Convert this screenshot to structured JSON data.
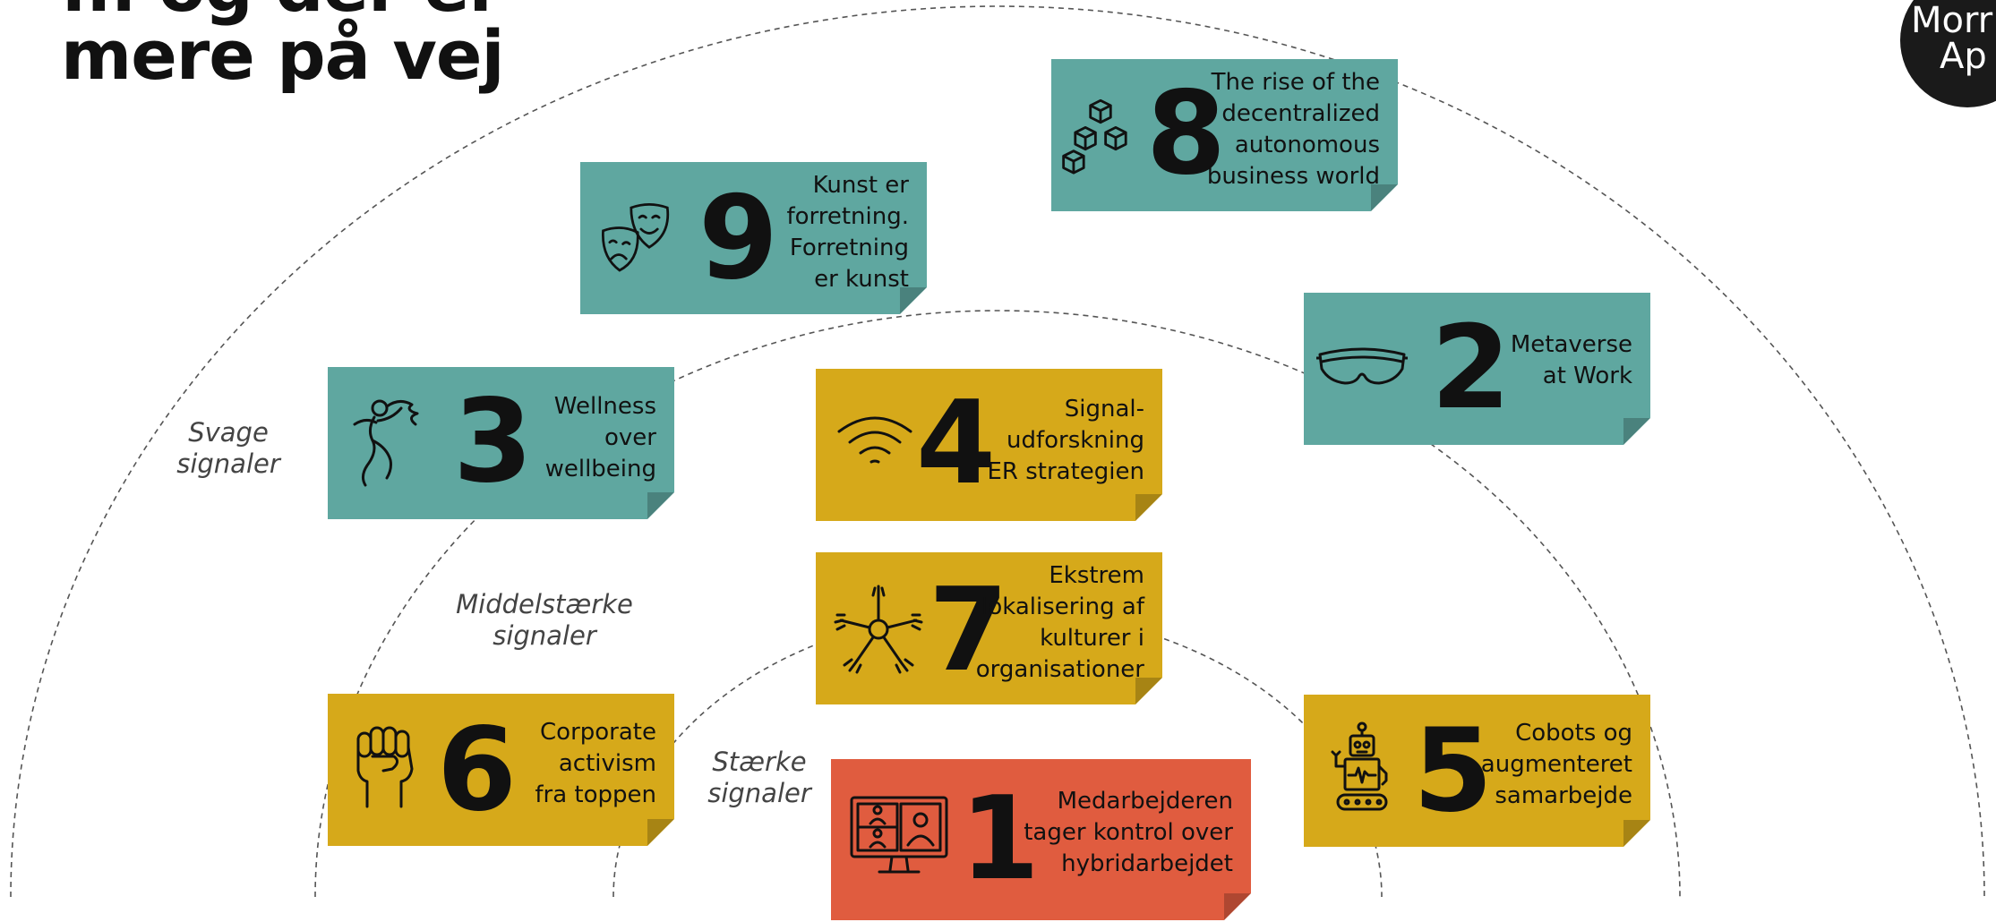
{
  "title": {
    "line1": "... og der er",
    "line2": "mere på vej"
  },
  "logo": {
    "line1": "Morr",
    "line2": "Ap"
  },
  "rings": [
    {
      "id": "weak",
      "label1": "Svage",
      "label2": "signaler"
    },
    {
      "id": "medium",
      "label1": "Middelstærke",
      "label2": "signaler"
    },
    {
      "id": "strong",
      "label1": "Stærke",
      "label2": "signaler"
    }
  ],
  "colors": {
    "teal": "#5fa7a0",
    "gold": "#d6a91a",
    "red": "#e05c3f",
    "arc": "#555555"
  },
  "cards": {
    "c8": {
      "number": "8",
      "icon": "blocks-icon",
      "color": "teal",
      "lines": [
        "The rise of the",
        "decentralized",
        "autonomous",
        "business world"
      ]
    },
    "c9": {
      "number": "9",
      "icon": "theater-masks-icon",
      "color": "teal",
      "lines": [
        "Kunst er",
        "forretning.",
        "Forretning",
        "er kunst"
      ]
    },
    "c2": {
      "number": "2",
      "icon": "vr-headset-icon",
      "color": "teal",
      "lines": [
        "Metaverse",
        "at Work"
      ]
    },
    "c3": {
      "number": "3",
      "icon": "dancer-icon",
      "color": "teal",
      "lines": [
        "Wellness",
        "over",
        "wellbeing"
      ]
    },
    "c4": {
      "number": "4",
      "icon": "wifi-signal-icon",
      "color": "gold",
      "lines": [
        "Signal-",
        "udforskning",
        "ER strategien"
      ]
    },
    "c7": {
      "number": "7",
      "icon": "joined-hands-icon",
      "color": "gold",
      "lines": [
        "Ekstrem",
        "lokalisering af",
        "kulturer i",
        "organisationer"
      ]
    },
    "c6": {
      "number": "6",
      "icon": "raised-fist-icon",
      "color": "gold",
      "lines": [
        "Corporate",
        "activism",
        "fra toppen"
      ]
    },
    "c5": {
      "number": "5",
      "icon": "robot-icon",
      "color": "gold",
      "lines": [
        "Cobots og",
        "augmenteret",
        "samarbejde"
      ]
    },
    "c1": {
      "number": "1",
      "icon": "video-call-monitor-icon",
      "color": "red",
      "lines": [
        "Medarbejderen",
        "tager kontrol over",
        "hybridarbejdet"
      ]
    }
  }
}
